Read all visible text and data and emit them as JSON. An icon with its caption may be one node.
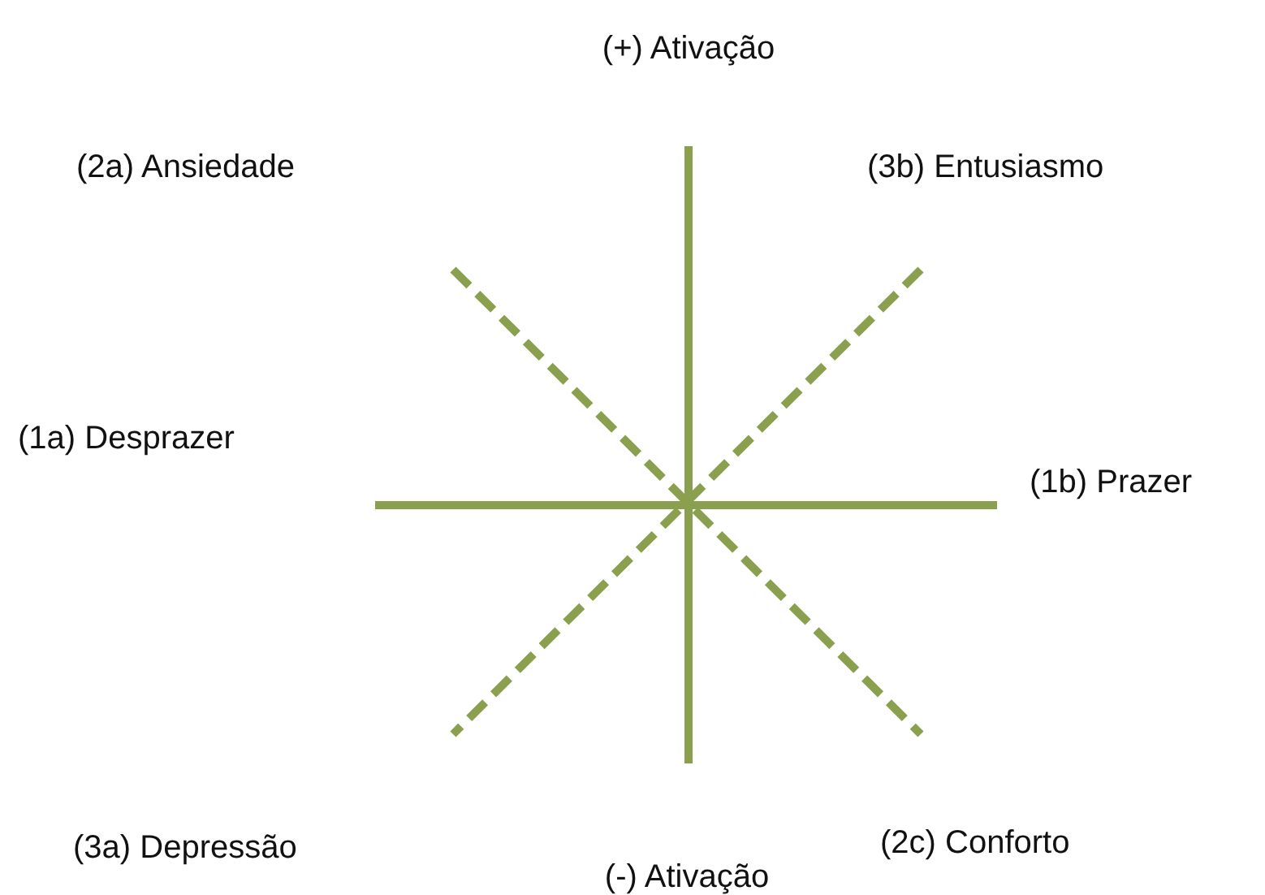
{
  "diagram": {
    "labels": [
      "(+) Ativação",
      "(2a) Ansiedade",
      "(3b) Entusiasmo",
      "(1a) Desprazer",
      "(1b) Prazer",
      "(3a) Depressão",
      "(2c) Conforto",
      "(-) Ativação"
    ]
  }
}
